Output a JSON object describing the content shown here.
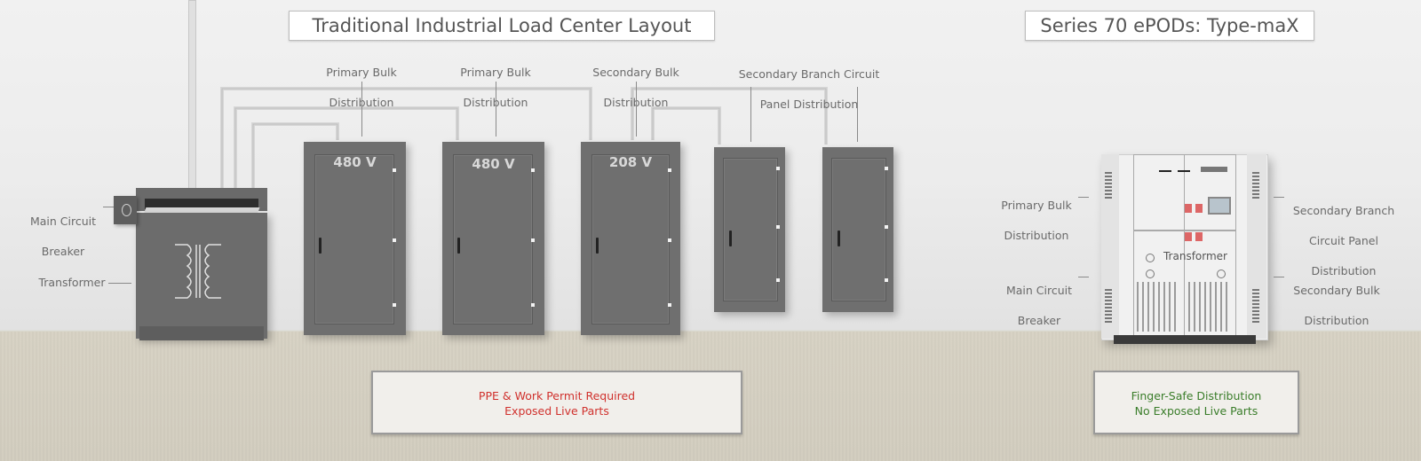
{
  "titles": {
    "traditional": "Traditional Industrial Load Center Layout",
    "epod": "Series 70 ePODs: Type-maX"
  },
  "traditional_labels": {
    "primary_bulk_1": [
      "Primary Bulk",
      "Distribution"
    ],
    "primary_bulk_2": [
      "Primary Bulk",
      "Distribution"
    ],
    "secondary_bulk": [
      "Secondary Bulk",
      "Distribution"
    ],
    "secondary_branch": [
      "Secondary Branch Circuit",
      "Panel Distribution"
    ],
    "main_breaker": [
      "Main Circuit",
      "Breaker"
    ],
    "transformer": "Transformer"
  },
  "panels": {
    "p1_voltage": "480 V",
    "p2_voltage": "480 V",
    "p3_voltage": "208 V"
  },
  "epod_labels": {
    "primary_bulk": [
      "Primary Bulk",
      "Distribution"
    ],
    "main_breaker": [
      "Main Circuit",
      "Breaker"
    ],
    "secondary_branch": [
      "Secondary Branch",
      "Circuit Panel",
      "Distribution"
    ],
    "secondary_bulk": [
      "Secondary Bulk",
      "Distribution"
    ],
    "transformer": "Transformer"
  },
  "callouts": {
    "traditional": [
      "PPE &  Work Permit Required",
      "Exposed Live Parts"
    ],
    "epod": [
      "Finger-Safe Distribution",
      "No Exposed Live Parts"
    ]
  },
  "colors": {
    "warning": "#d0312d",
    "safe": "#3a7d2a"
  }
}
